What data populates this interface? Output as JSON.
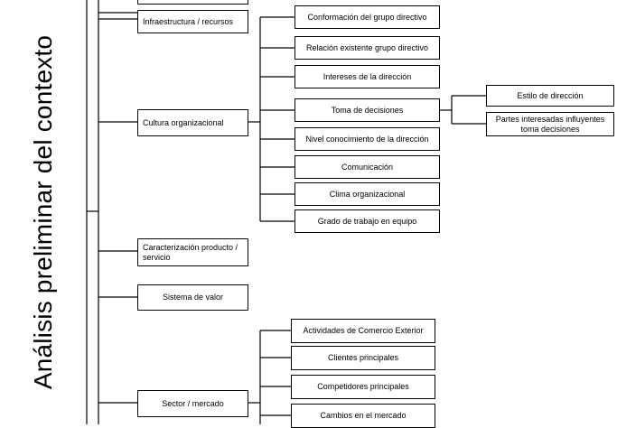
{
  "title": "Análisis preliminar del contexto",
  "level1": {
    "infra": "Infraestructura / recursos",
    "cultura": "Cultura organizacional",
    "caracterizacion": "Caracterización producto / servicio",
    "valor": "Sistema de valor",
    "sector": "Sector / mercado"
  },
  "cultura_items": {
    "conformacion": "Conformación del grupo directivo",
    "relacion": "Relación existente grupo directivo",
    "intereses": "Intereses de la dirección",
    "toma": "Toma de decisiones",
    "nivel": "Nivel conocimiento de la dirección",
    "comunicacion": "Comunicación",
    "clima": "Clima organizacional",
    "grado": "Grado de trabajo en equipo"
  },
  "toma_items": {
    "estilo": "Estilo de dirección",
    "partes": "Partes interesadas influyentes toma decisiones"
  },
  "sector_items": {
    "comercio": "Actividades de Comercio Exterior",
    "clientes": "Clientes principales",
    "competidores": "Competidores principales",
    "cambios": "Cambios en el mercado"
  }
}
